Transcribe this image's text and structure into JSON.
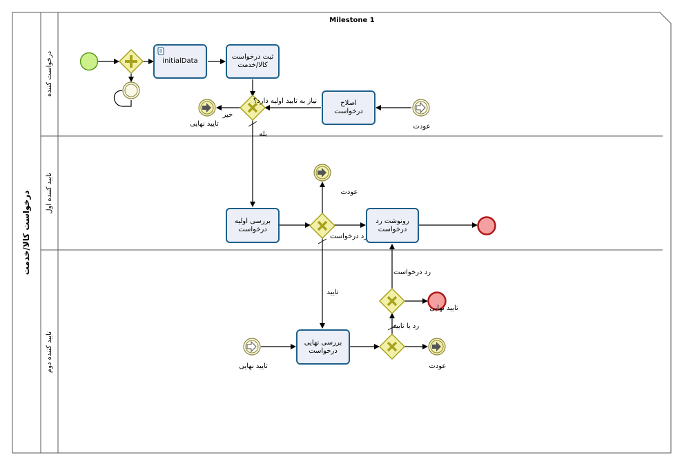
{
  "pool": {
    "name": "درخواست کالا/خدمت",
    "milestone": "Milestone 1"
  },
  "lanes": [
    {
      "name": "درخواست کننده"
    },
    {
      "name": "تایید کننده اول"
    },
    {
      "name": "تایید کننده دوم"
    }
  ],
  "tasks": {
    "initial_data": "initialData",
    "register_request": "ثبت درخواست\nکالا/خدمت",
    "fix_request": "اصلاح درخواست",
    "initial_review": "بررسی اولیه\nدرخواست",
    "copy_reject": "رونوشت رد\nدرخواست",
    "final_review": "بررسی نهایی\nدرخواست"
  },
  "labels": {
    "need_initial_approval": "نیاز به تایید اولیه دارد؟",
    "no": "خیر",
    "yes": "بله",
    "final_approval_signal": "تایید نهایی",
    "return_lane1": "عودت",
    "return_lane2": "عودت",
    "reject_request_lane2": "رد درخواست",
    "approve": "تایید",
    "reject_request_lane3": "رد درخواست",
    "final_approval_end": "تایید نهایی",
    "reject_or_approve": "رد یا تایید",
    "final_approval_start": "تایید نهایی",
    "return_lane3": "عودت"
  },
  "colors": {
    "start_fill": "#cef08a",
    "start_stroke": "#5a9a1a",
    "gateway_fill": "#f2f0a8",
    "gateway_stroke": "#a8a21c",
    "gateway_mark": "#a8a21c",
    "end_fill": "#f4a0a0",
    "end_stroke": "#b01818",
    "task_fill": "#eceff7",
    "task_stroke": "#1d5f8a"
  }
}
